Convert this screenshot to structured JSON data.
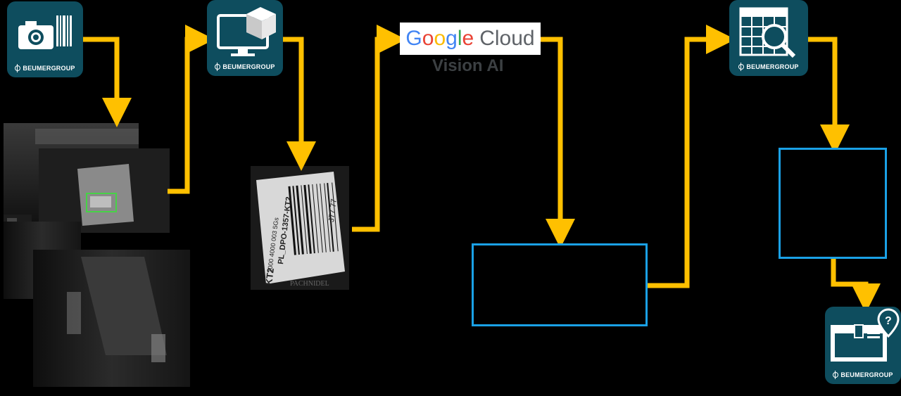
{
  "brand": {
    "name": "BEUMERGROUP"
  },
  "nodes": [
    {
      "id": "capture",
      "label": "BEUMERGROUP",
      "icon": "camera-barcode-icon"
    },
    {
      "id": "process",
      "label": "BEUMERGROUP",
      "icon": "monitor-box-icon"
    },
    {
      "id": "vision",
      "logo": "Google Cloud",
      "subtitle": "Vision AI"
    },
    {
      "id": "lookup",
      "label": "BEUMERGROUP",
      "icon": "grid-search-icon"
    },
    {
      "id": "track",
      "label": "BEUMERGROUP",
      "icon": "parcel-location-icon"
    }
  ],
  "photos": {
    "label_text": {
      "code": "PL_DPO-1357-KT2",
      "line2": "J77 77",
      "tag": "KT2",
      "footer": "PACHNIDEL",
      "small": "1000 4000 003 5Gs"
    }
  },
  "colors": {
    "background": "#000000",
    "arrow": "#ffc000",
    "tile": "#0e4d5e",
    "box_border": "#1aa1e6"
  }
}
